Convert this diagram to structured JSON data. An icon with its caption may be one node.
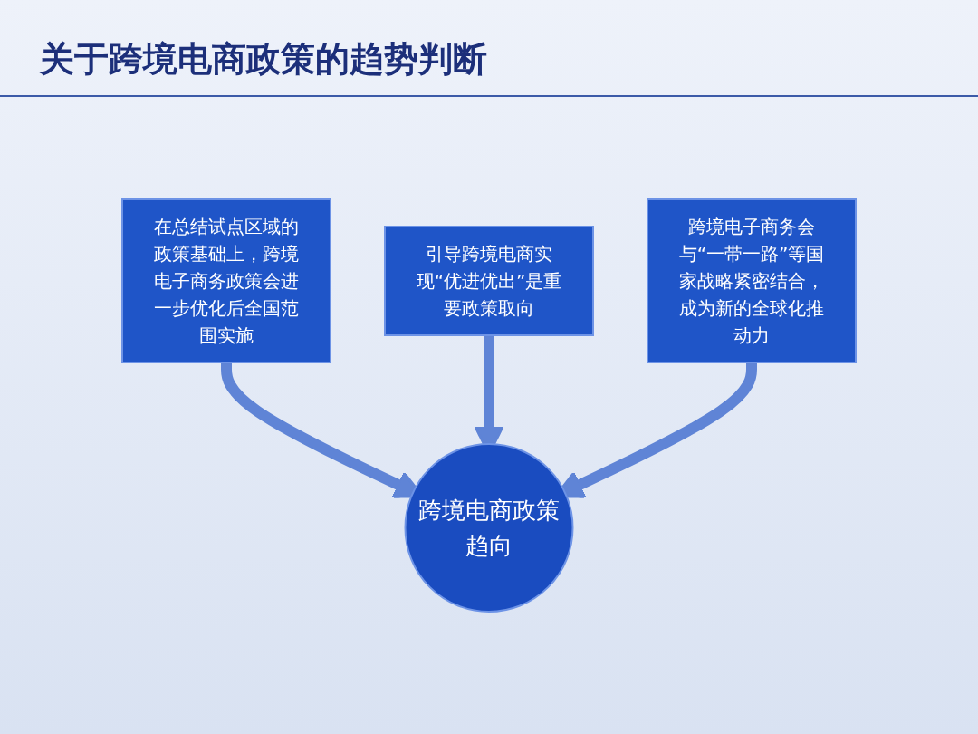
{
  "diagram": {
    "title": "关于跨境电商政策的趋势判断",
    "nodes": [
      {
        "text": [
          "在总结试点区域的政策基础上，跨境电子商务政策会进一步优化后全国范围实施"
        ]
      },
      {
        "text": [
          "引导跨境电商实现“优进优出”是重要政策取向"
        ]
      },
      {
        "text": [
          "跨境电子商务会与“一带一路”等国家战略紧密结合，成为新的全球化推动力"
        ]
      },
      {
        "text": [
          "跨境电商政策趋向"
        ]
      }
    ],
    "edges": [
      {
        "from": 0,
        "to": 3,
        "arrow": "to"
      },
      {
        "from": 1,
        "to": 3,
        "arrow": "to"
      },
      {
        "from": 2,
        "to": 3,
        "arrow": "to"
      }
    ]
  }
}
